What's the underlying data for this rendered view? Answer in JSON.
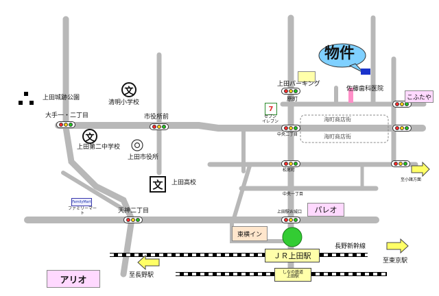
{
  "labels": {
    "castle_park": "上田城跡公園",
    "otemon": "大手一・二丁目",
    "seimei_school": "清明小学校",
    "shiyakushomae": "市役所前",
    "daini_school": "上田第二中学校",
    "city_hall": "上田市役所",
    "ueda_high": "上田高校",
    "family_mart_logo": "FamilyMart",
    "family_mart": "ファミリーマート",
    "tenjin": "天神二丁目",
    "palio": "パレオ",
    "toyoko": "東横イン",
    "ueda_ekimae": "上田駅お城口",
    "ario": "アリオ",
    "jr_ueda": "ＪＲ上田駅",
    "shinano": "しなの鉄道\n上田駅",
    "shinkansen": "長野新幹線",
    "to_tokyo": "至東京駅",
    "to_nagano": "至長野駅",
    "to_komoro": "至小諸方面",
    "bukken": "物件",
    "ueda_parking": "上田パーキング",
    "haramachi": "原町",
    "seven_eleven": "セブン\nイレブン",
    "saito_dental": "佐藤歯科医院",
    "kofutaya": "こふたや",
    "unnomachi_st1": "海町商店街",
    "unnomachi_st2": "海町商店街",
    "chuo_2": "中央二丁目",
    "matsuomachi": "松尾町",
    "chuo_1": "中央一丁目"
  },
  "icons": {
    "school_symbol": "文"
  },
  "colors": {
    "road": "#b8b8b8",
    "signal_red": "#ff2a2a",
    "signal_yellow": "#ffd21a",
    "signal_green": "#22c322",
    "callout": "#7fd0ff",
    "station_circle": "#33cc33",
    "arrow_fill": "#ffff66",
    "palio_fill": "#ffd9ff",
    "ario_fill": "#ffd9ff",
    "parking_fill": "#ffffaa",
    "toyoko_fill": "#ffe6cc",
    "kofutaya_fill": "#ffd9ff"
  }
}
